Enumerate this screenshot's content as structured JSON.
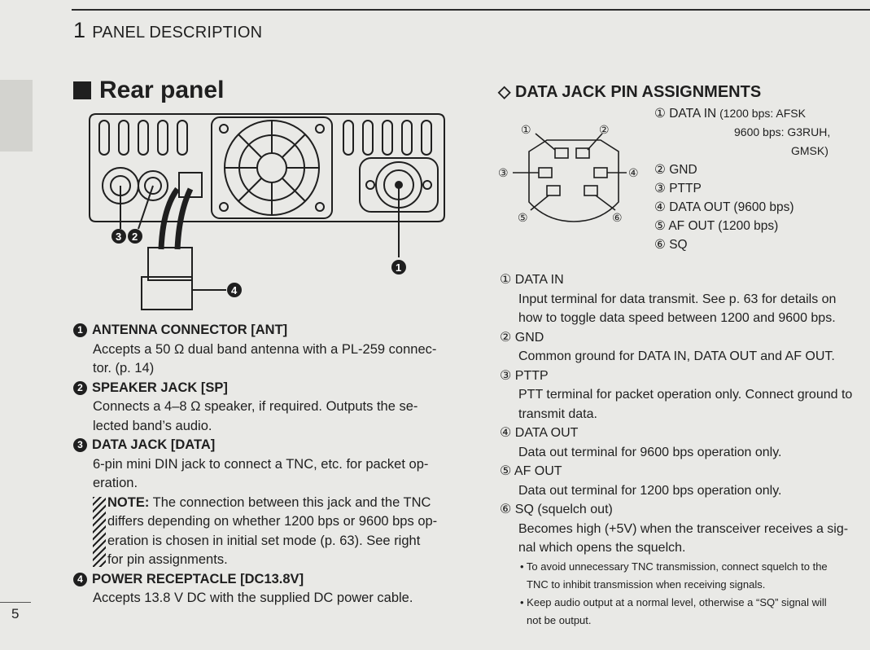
{
  "header": {
    "chapter_number": "1",
    "chapter_title": "PANEL DESCRIPTION"
  },
  "page_number": "5",
  "section": {
    "title": "Rear panel"
  },
  "figure": {
    "callouts": [
      "❶",
      "❷",
      "❸",
      "❹"
    ]
  },
  "items": [
    {
      "badge": "1",
      "title": "ANTENNA CONNECTOR [ANT]",
      "body": [
        "Accepts a 50 Ω dual band antenna with a PL-259 connec-",
        "tor. (p. 14)"
      ]
    },
    {
      "badge": "2",
      "title": "SPEAKER JACK [SP]",
      "body": [
        "Connects a 4–8 Ω speaker, if required. Outputs the se-",
        "lected band’s audio."
      ]
    },
    {
      "badge": "3",
      "title": "DATA JACK [DATA]",
      "body": [
        "6-pin mini DIN jack to connect a TNC, etc. for packet op-",
        "eration."
      ]
    },
    {
      "badge": "4",
      "title": "POWER RECEPTACLE [DC13.8V]",
      "body": [
        "Accepts 13.8 V DC with the supplied DC power cable."
      ]
    }
  ],
  "note": {
    "label": "NOTE:",
    "lines": [
      " The connection between this jack and the TNC",
      "differs depending on whether 1200 bps or 9600 bps op-",
      "eration is chosen in initial set mode (p. 63). See right",
      "for pin assignments."
    ]
  },
  "pins": {
    "title": "◇ DATA JACK PIN ASSIGNMENTS",
    "diagram_labels": [
      "①",
      "②",
      "③",
      "④",
      "⑤",
      "⑥"
    ],
    "list": {
      "p1": "① DATA IN",
      "p1_detail": " (1200 bps: AFSK",
      "p1_detail2": "9600 bps: G3RUH,",
      "p1_detail3": "GMSK)",
      "p2": "② GND",
      "p3": "③ PTTP",
      "p4": "④ DATA OUT (9600 bps)",
      "p5": "⑤ AF OUT (1200 bps)",
      "p6": "⑥ SQ"
    },
    "descriptions": [
      {
        "title": "① DATA IN",
        "body": [
          "Input terminal for data transmit. See p. 63 for details on",
          "how to toggle data speed between 1200 and 9600 bps."
        ]
      },
      {
        "title": "② GND",
        "body": [
          "Common ground for DATA IN, DATA OUT and AF OUT."
        ]
      },
      {
        "title": "③ PTTP",
        "body": [
          "PTT terminal for packet operation only. Connect ground to",
          "transmit data."
        ]
      },
      {
        "title": "④ DATA OUT",
        "body": [
          "Data out terminal for 9600 bps operation only."
        ]
      },
      {
        "title": "⑤ AF OUT",
        "body": [
          "Data out terminal for 1200 bps operation only."
        ]
      },
      {
        "title": "⑥ SQ (squelch out)",
        "body": [
          "Becomes high (+5V) when the transceiver receives a sig-",
          "nal which opens the squelch."
        ]
      }
    ],
    "bullets": [
      "• To avoid unnecessary TNC transmission, connect squelch to the",
      "TNC to inhibit transmission when receiving signals.",
      "• Keep audio output at a normal level, otherwise a “SQ” signal will",
      "not be output."
    ]
  }
}
